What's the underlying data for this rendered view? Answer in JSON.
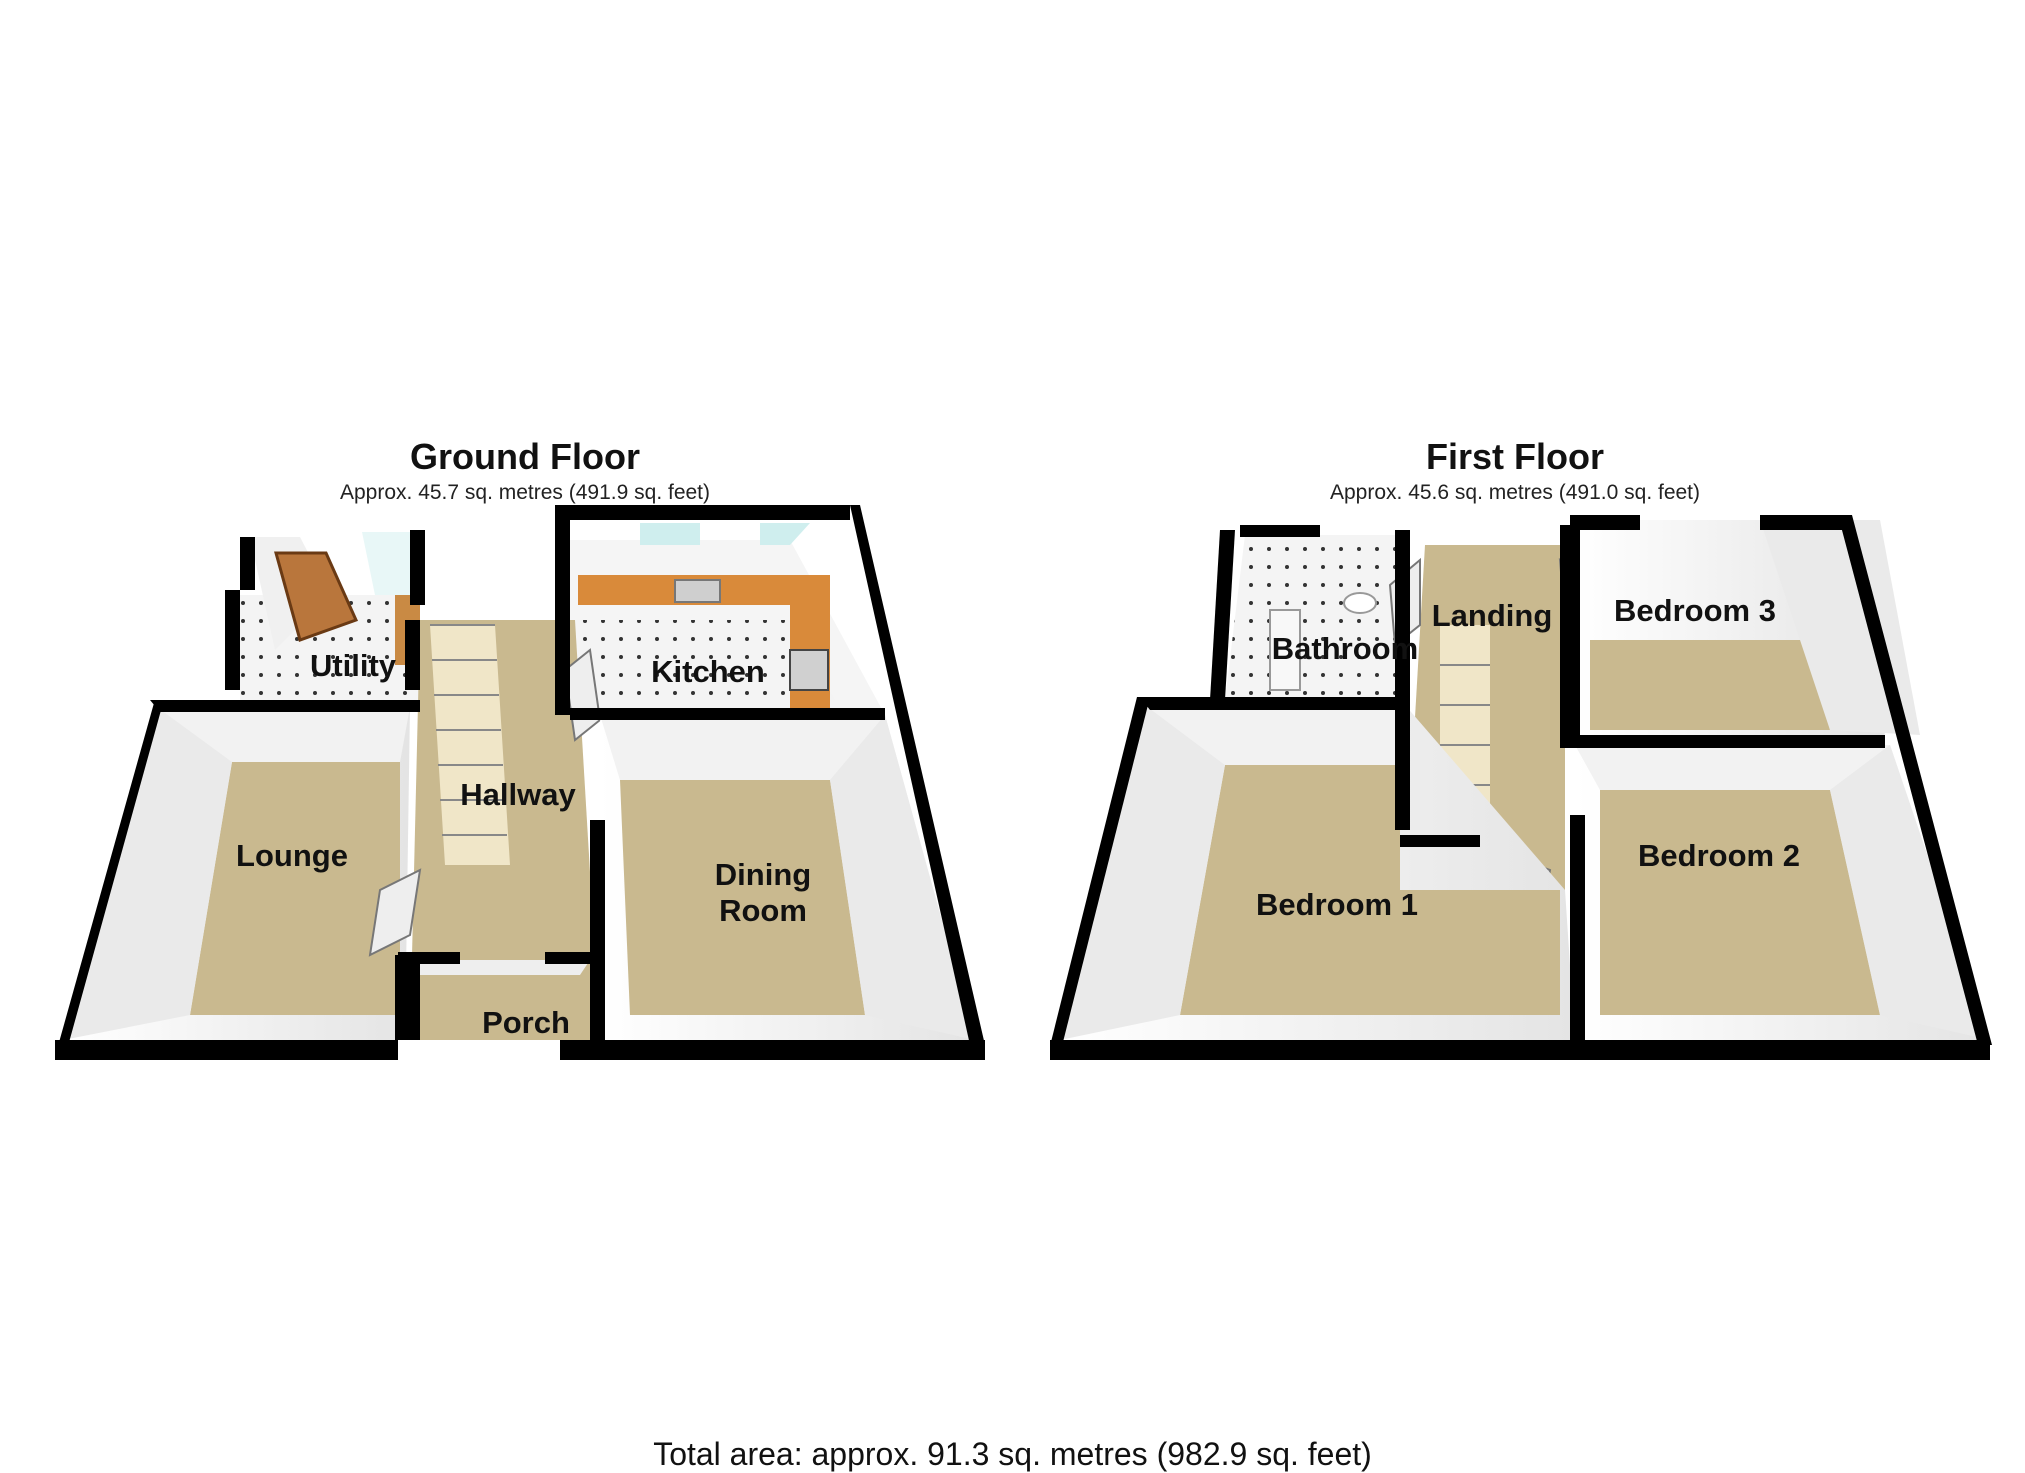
{
  "ground_floor": {
    "title": "Ground Floor",
    "area": "Approx. 45.7 sq. metres (491.9 sq. feet)",
    "rooms": {
      "utility": "Utility",
      "kitchen": "Kitchen",
      "hallway": "Hallway",
      "lounge": "Lounge",
      "dining_line1": "Dining",
      "dining_line2": "Room",
      "porch": "Porch"
    }
  },
  "first_floor": {
    "title": "First Floor",
    "area": "Approx. 45.6 sq. metres (491.0 sq. feet)",
    "rooms": {
      "bathroom": "Bathroom",
      "landing": "Landing",
      "bedroom3": "Bedroom 3",
      "bedroom2": "Bedroom 2",
      "bedroom1": "Bedroom 1"
    }
  },
  "total_area": "Total area: approx. 91.3 sq. metres (982.9 sq. feet)",
  "colors": {
    "wall": "#000000",
    "carpet": "#c9b98f",
    "wall_inner": "#ececec",
    "kitchen_counter": "#d98a3a",
    "tile": "#f4f4f4",
    "glass": "#cfeeee"
  }
}
